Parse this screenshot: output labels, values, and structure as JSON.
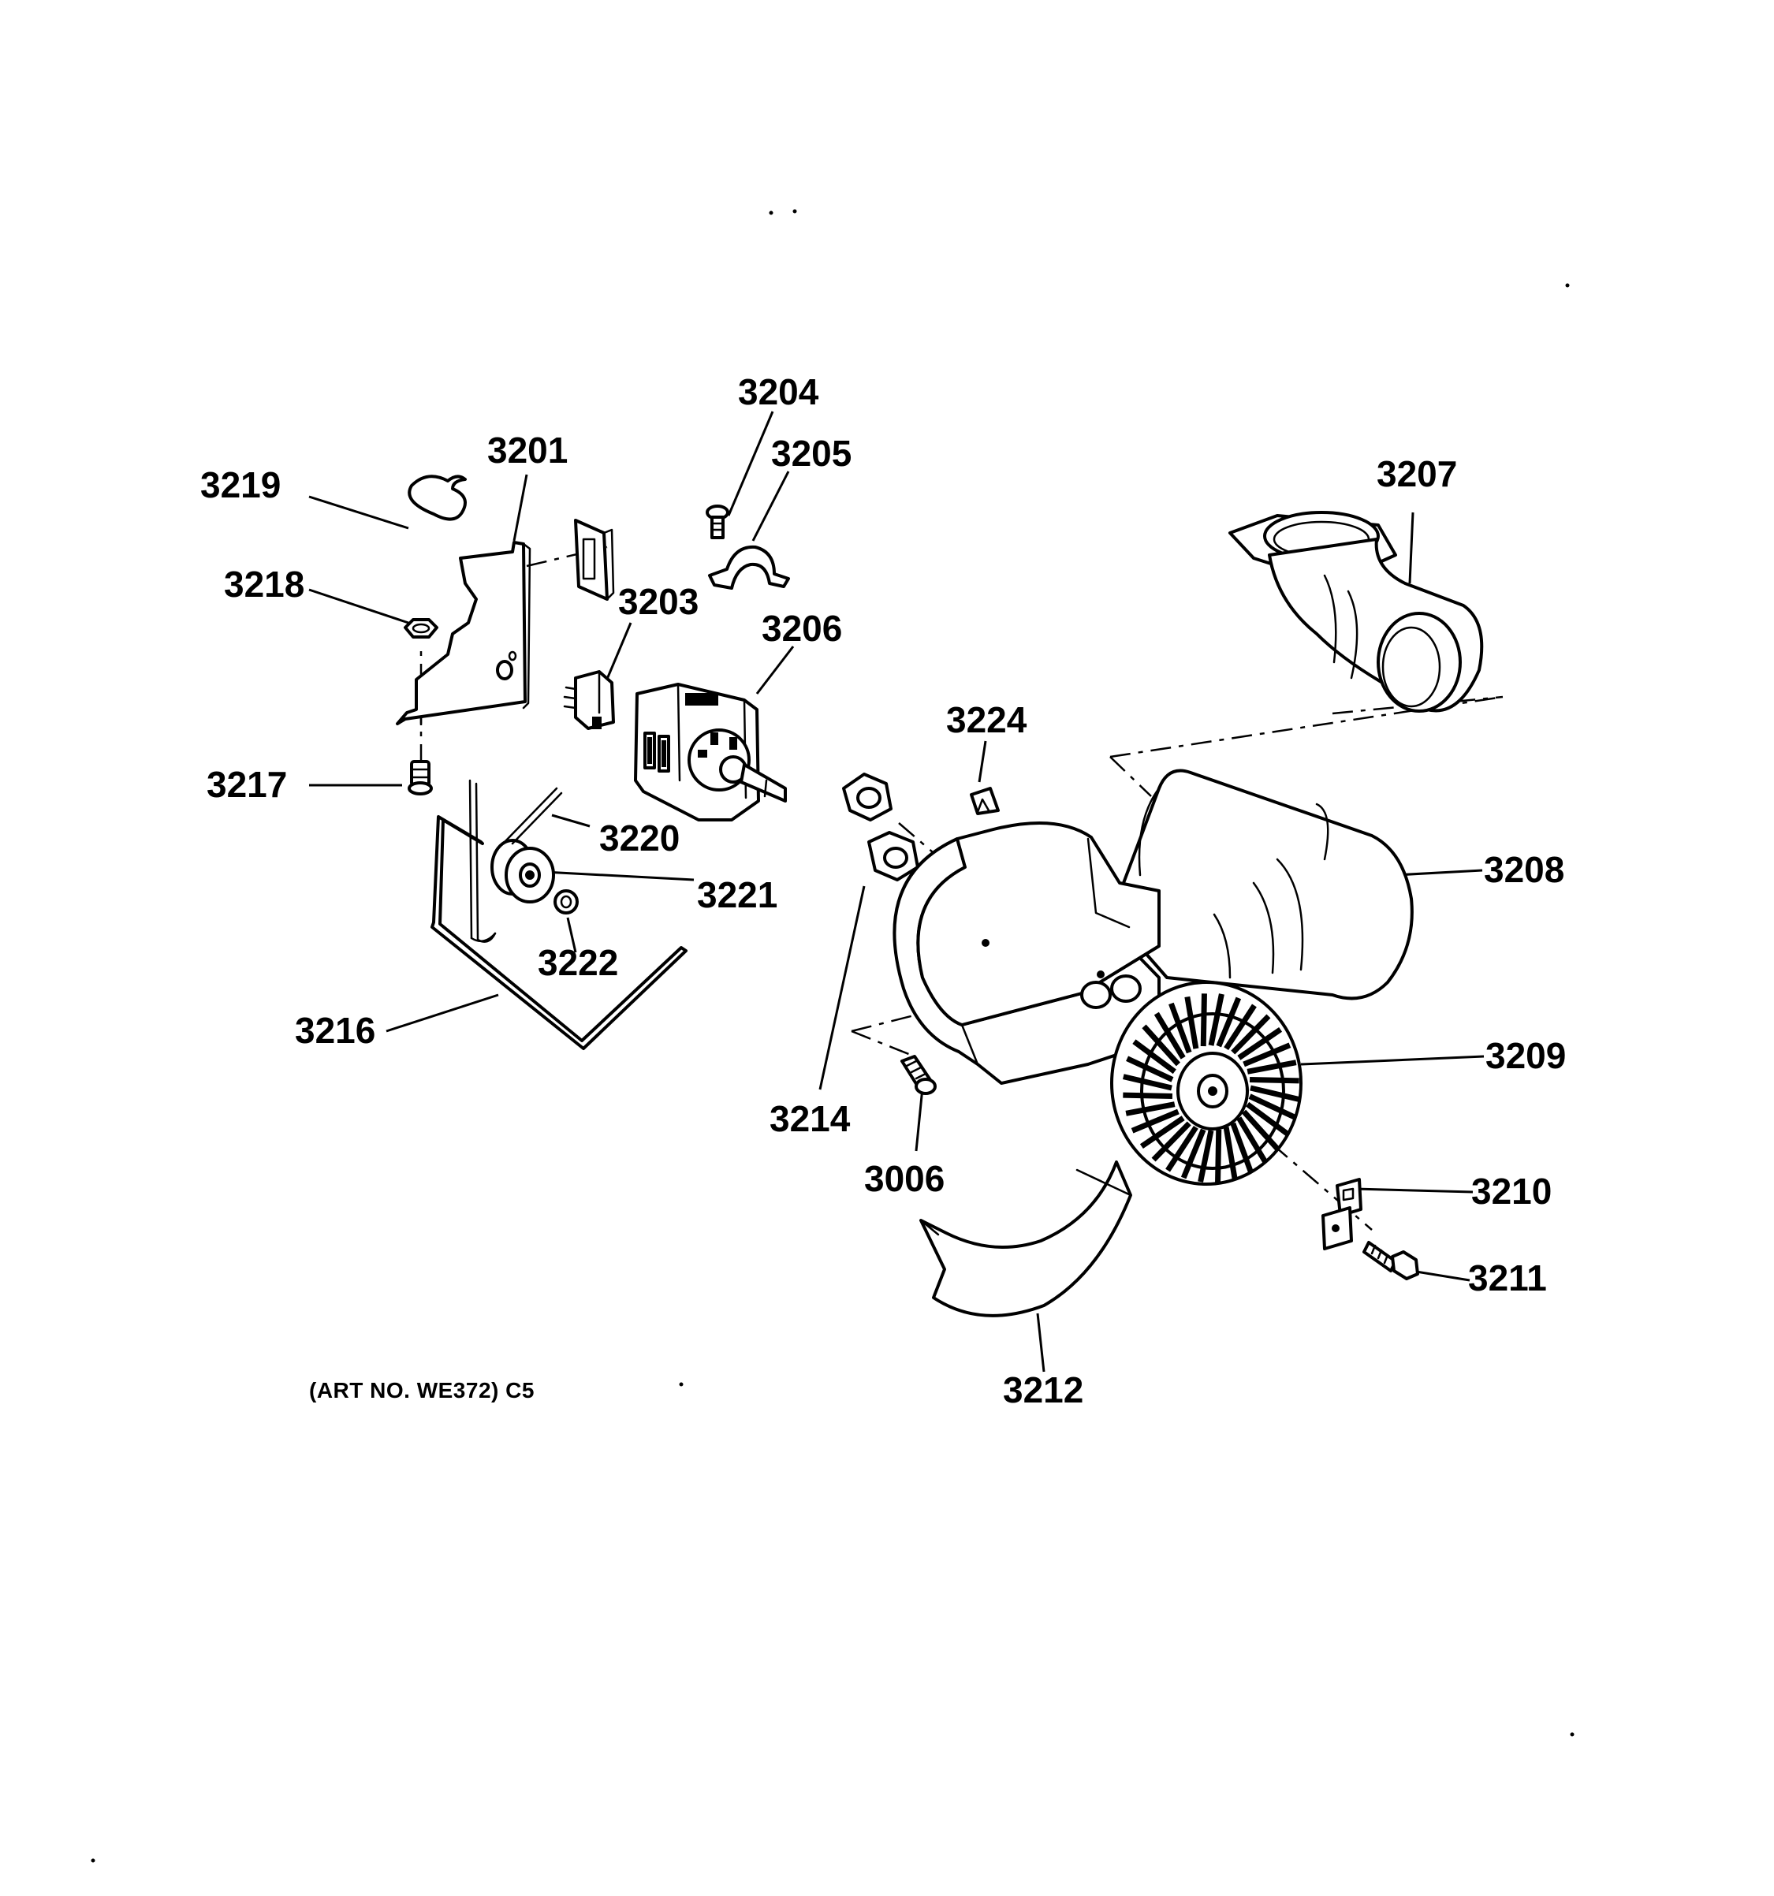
{
  "labels": {
    "p3204": "3204",
    "p3205": "3205",
    "p3201": "3201",
    "p3219": "3219",
    "p3218": "3218",
    "p3203": "3203",
    "p3206": "3206",
    "p3207": "3207",
    "p3224": "3224",
    "p3217": "3217",
    "p3220": "3220",
    "p3221": "3221",
    "p3208": "3208",
    "p3222": "3222",
    "p3216": "3216",
    "p3209": "3209",
    "p3214": "3214",
    "p3006": "3006",
    "p3210": "3210",
    "p3211": "3211",
    "p3212": "3212"
  },
  "caption": "(ART NO. WE372) C5"
}
